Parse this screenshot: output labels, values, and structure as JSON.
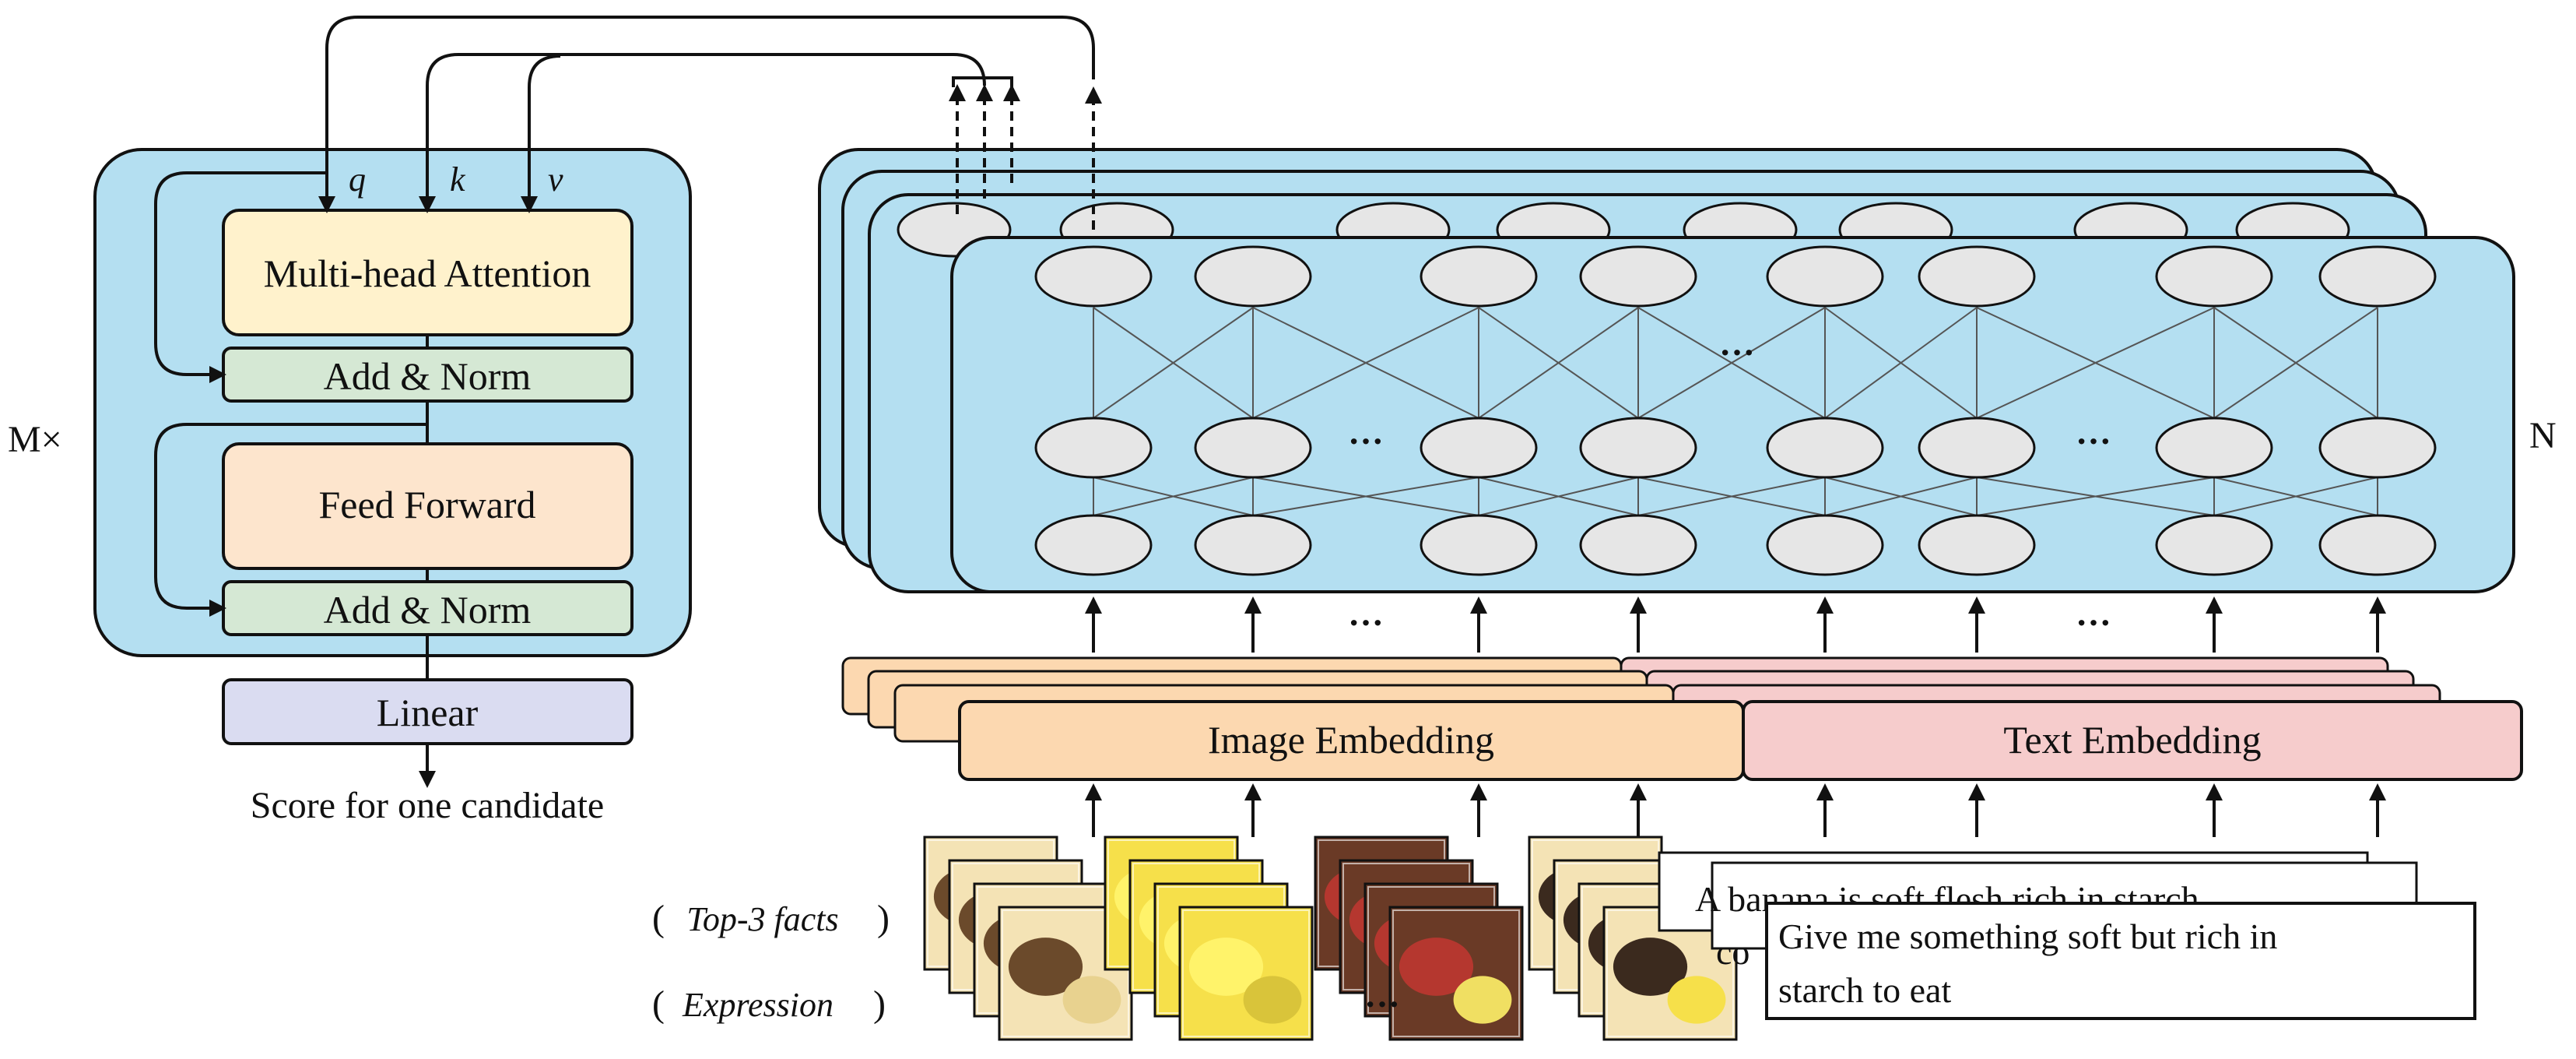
{
  "colors": {
    "panel_blue": "#b4dff1",
    "attention_yellow": "#fff2cc",
    "feed_forward_orange": "#fde5cd",
    "add_norm_green": "#d5e8d4",
    "linear_lavender": "#dadcf1",
    "image_embedding": "#fcd8b0",
    "text_embedding": "#f6cccc",
    "node_gray": "#e6e6e6",
    "stroke": "#111111"
  },
  "left_module": {
    "repeat_label": "M×",
    "inputs": [
      "q",
      "k",
      "v"
    ],
    "attention_label": "Multi-head Attention",
    "add_norm_1_label": "Add & Norm",
    "feed_forward_label": "Feed Forward",
    "add_norm_2_label": "Add & Norm",
    "linear_label": "Linear",
    "output_label": "Score for one candidate"
  },
  "right_module": {
    "repeat_label": "N",
    "ellipsis": "···",
    "image_embedding_label": "Image Embedding",
    "text_embedding_label": "Text Embedding"
  },
  "inputs": {
    "facts_label": "Top-3 facts",
    "expression_label": "Expression",
    "fact_text_back": "A banana is soft flesh rich in starch",
    "fact_text_partial": "co",
    "expression_text_line1": "Give me something soft but rich in",
    "expression_text_line2": "starch to eat",
    "ellipsis": "···"
  }
}
